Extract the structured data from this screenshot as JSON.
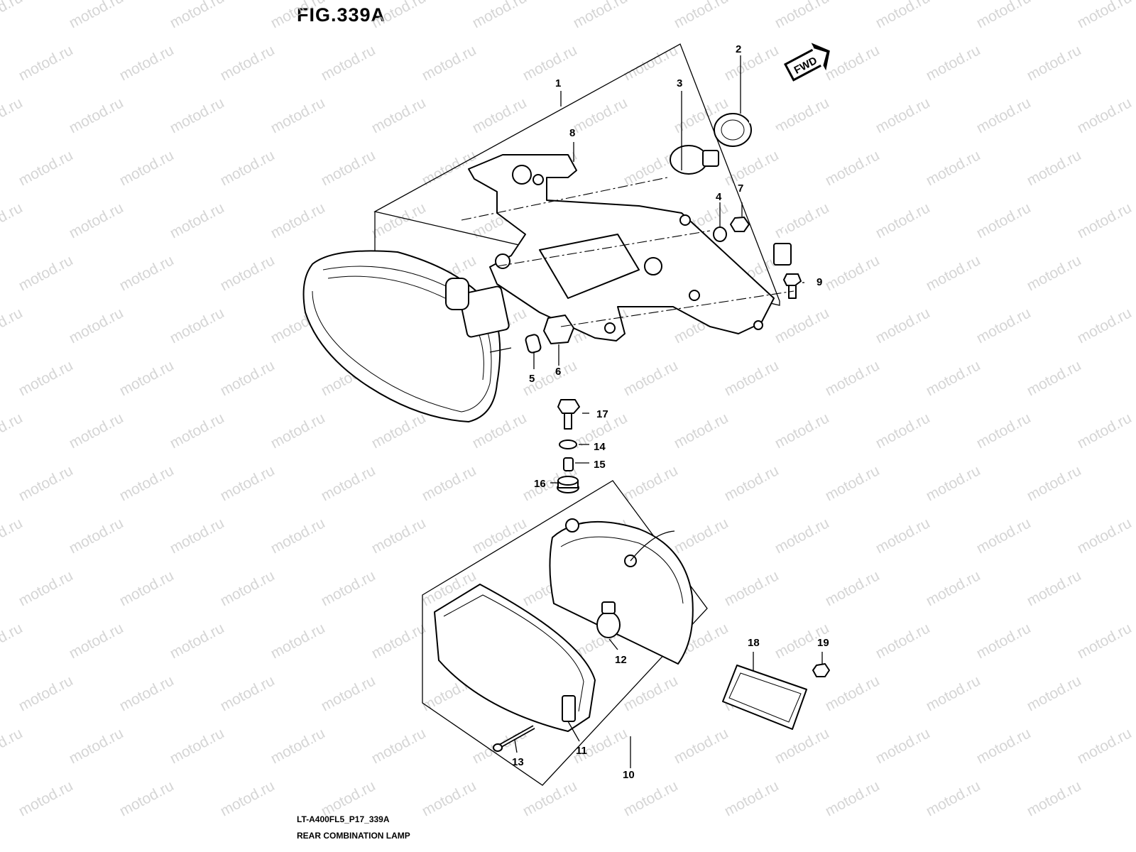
{
  "figure": {
    "title": "FIG.339A",
    "model_code": "LT-A400FL5_P17_339A",
    "caption": "REAR COMBINATION LAMP",
    "direction_label": "FWD"
  },
  "watermark": {
    "text": "motod.ru"
  },
  "callouts": [
    {
      "number": "1"
    },
    {
      "number": "2"
    },
    {
      "number": "3"
    },
    {
      "number": "4"
    },
    {
      "number": "5"
    },
    {
      "number": "6"
    },
    {
      "number": "7"
    },
    {
      "number": "8"
    },
    {
      "number": "9"
    },
    {
      "number": "10"
    },
    {
      "number": "11"
    },
    {
      "number": "12"
    },
    {
      "number": "13"
    },
    {
      "number": "14"
    },
    {
      "number": "15"
    },
    {
      "number": "16"
    },
    {
      "number": "17"
    },
    {
      "number": "18"
    },
    {
      "number": "19"
    }
  ]
}
